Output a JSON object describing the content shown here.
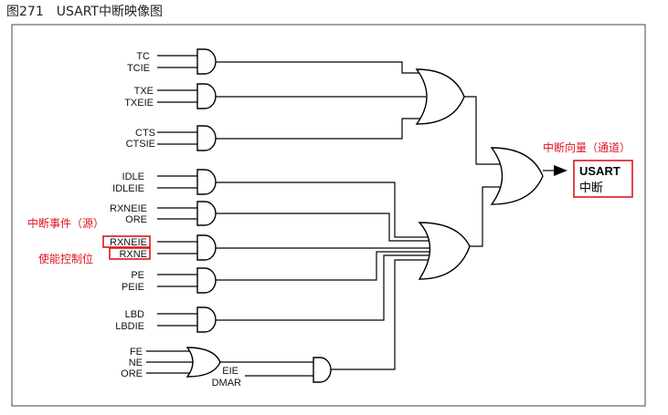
{
  "figure": {
    "title": "图271　USART中断映像图"
  },
  "signals": {
    "tc": "TC",
    "tcie": "TCIE",
    "txe": "TXE",
    "txeie": "TXEIE",
    "cts": "CTS",
    "ctsie": "CTSIE",
    "idle": "IDLE",
    "idleie": "IDLEIE",
    "rxneie": "RXNEIE",
    "ore": "ORE",
    "rxneie2": "RXNEIE",
    "rxne": "RXNE",
    "pe": "PE",
    "peie": "PEIE",
    "lbd": "LBD",
    "lbdie": "LBDIE",
    "fe": "FE",
    "ne": "NE",
    "ore2": "ORE",
    "eie": "EIE",
    "dmar": "DMAR"
  },
  "output": {
    "line1": "USART",
    "line2": "中断"
  },
  "annotations": {
    "vector": "中断向量（通道）",
    "event": "中断事件（源）",
    "enable": "使能控制位"
  },
  "colors": {
    "annotation": "#e0141e",
    "line": "#000000"
  }
}
